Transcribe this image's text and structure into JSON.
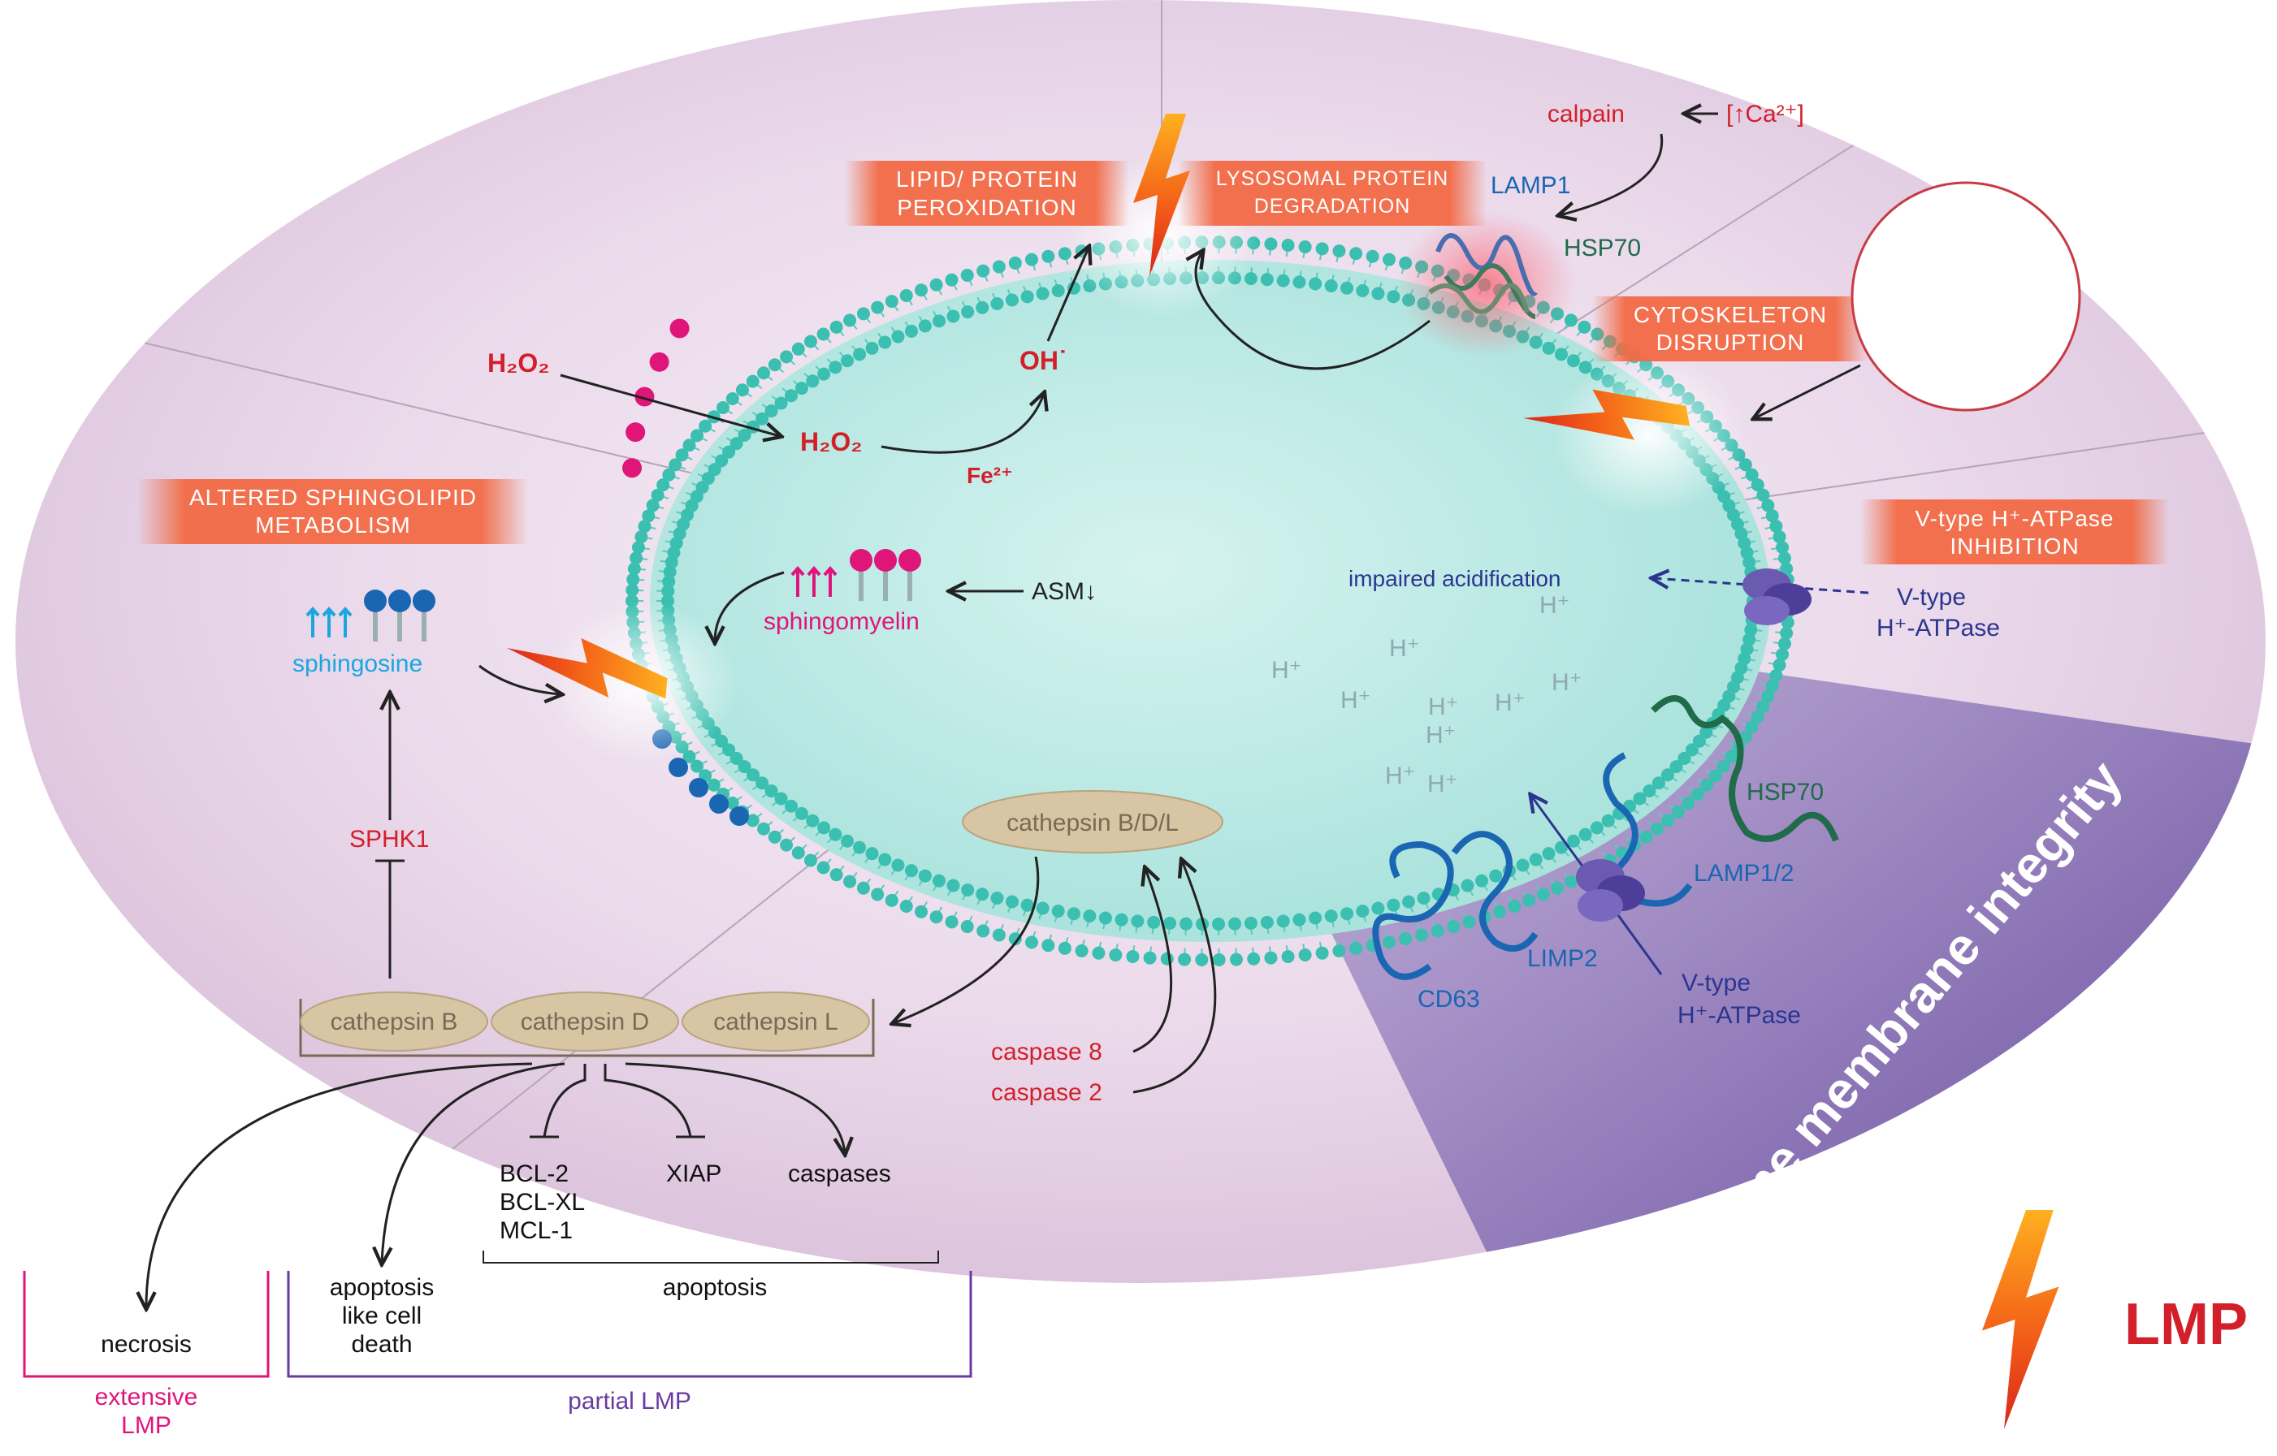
{
  "colors": {
    "red": "#d31f2a",
    "pink": "#e0157a",
    "blue": "#1a66b3",
    "cyan": "#1aa7e0",
    "navy": "#2b3590",
    "purple": "#6a3aa0",
    "green": "#1f6b4a",
    "tan": "#d8c5a4",
    "brown": "#7a6a55",
    "membrane": "#3bbfb0",
    "lumen": "#b9e9e4",
    "banner": "#f26a45"
  },
  "banners": {
    "peroxidation": [
      "LIPID/ PROTEIN",
      "PEROXIDATION"
    ],
    "degradation": [
      "LYSOSOMAL PROTEIN",
      "DEGRADATION"
    ],
    "cytoskeleton": [
      "CYTOSKELETON",
      "DISRUPTION"
    ],
    "atpase_inhibition": [
      "V-type H⁺-ATPase",
      "INHIBITION"
    ],
    "sphingolipid": [
      "ALTERED SPHINGOLIPID",
      "METABOLISM"
    ]
  },
  "labels": {
    "calpain": "calpain",
    "calcium": "[↑Ca²⁺]",
    "lamp1": "LAMP1",
    "hsp70_top": "HSP70",
    "h2o2_out": "H₂O₂",
    "h2o2_in": "H₂O₂",
    "oh": "OH˙",
    "fe": "Fe²⁺",
    "asm": "ASM↓",
    "sphingomyelin": "sphingomyelin",
    "sphingosine": "sphingosine",
    "sphk1": "SPHK1",
    "impaired": "impaired acidification",
    "vtype_top": [
      "V-type",
      "H⁺-ATPase"
    ],
    "hsp70_bottom": "HSP70",
    "lamp12": "LAMP1/2",
    "limp2": "LIMP2",
    "cd63": "CD63",
    "vtype_bottom": [
      "V-type",
      "H⁺-ATPase"
    ],
    "cathepsin_bdl": "cathepsin B/D/L",
    "cathepsin_b": "cathepsin B",
    "cathepsin_d": "cathepsin D",
    "cathepsin_l": "cathepsin L",
    "caspase8": "caspase 8",
    "caspase2": "caspase 2",
    "bcl": [
      "BCL-2",
      "BCL-XL",
      "MCL-1"
    ],
    "xiap": "XIAP",
    "caspases": "caspases",
    "necrosis": "necrosis",
    "apoptosis_like": [
      "apoptosis",
      "like cell",
      "death"
    ],
    "apoptosis": "apoptosis",
    "extensive": [
      "extensive",
      "LMP"
    ],
    "partial": "partial LMP",
    "integrity": "Lysosome membrane integrity",
    "lmp": "LMP",
    "hplus": "H⁺"
  }
}
